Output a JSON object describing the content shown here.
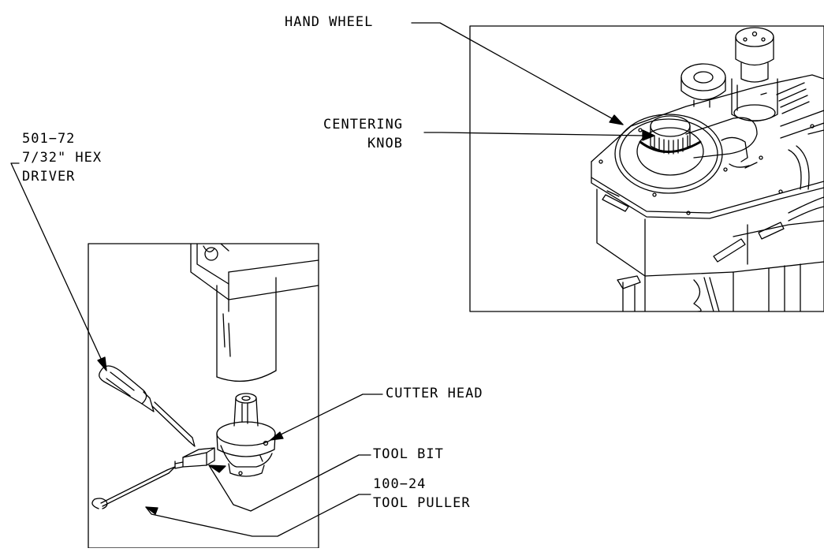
{
  "labels": {
    "hand_wheel": "HAND WHEEL",
    "centering_knob_line1": "CENTERING",
    "centering_knob_line2": "KNOB",
    "hex_driver_line1": "501−72",
    "hex_driver_line2": "7/32\" HEX",
    "hex_driver_line3": "DRIVER",
    "cutter_head": "CUTTER HEAD",
    "tool_bit": "TOOL BIT",
    "tool_puller_line1": "100−24",
    "tool_puller_line2": "TOOL PULLER"
  }
}
